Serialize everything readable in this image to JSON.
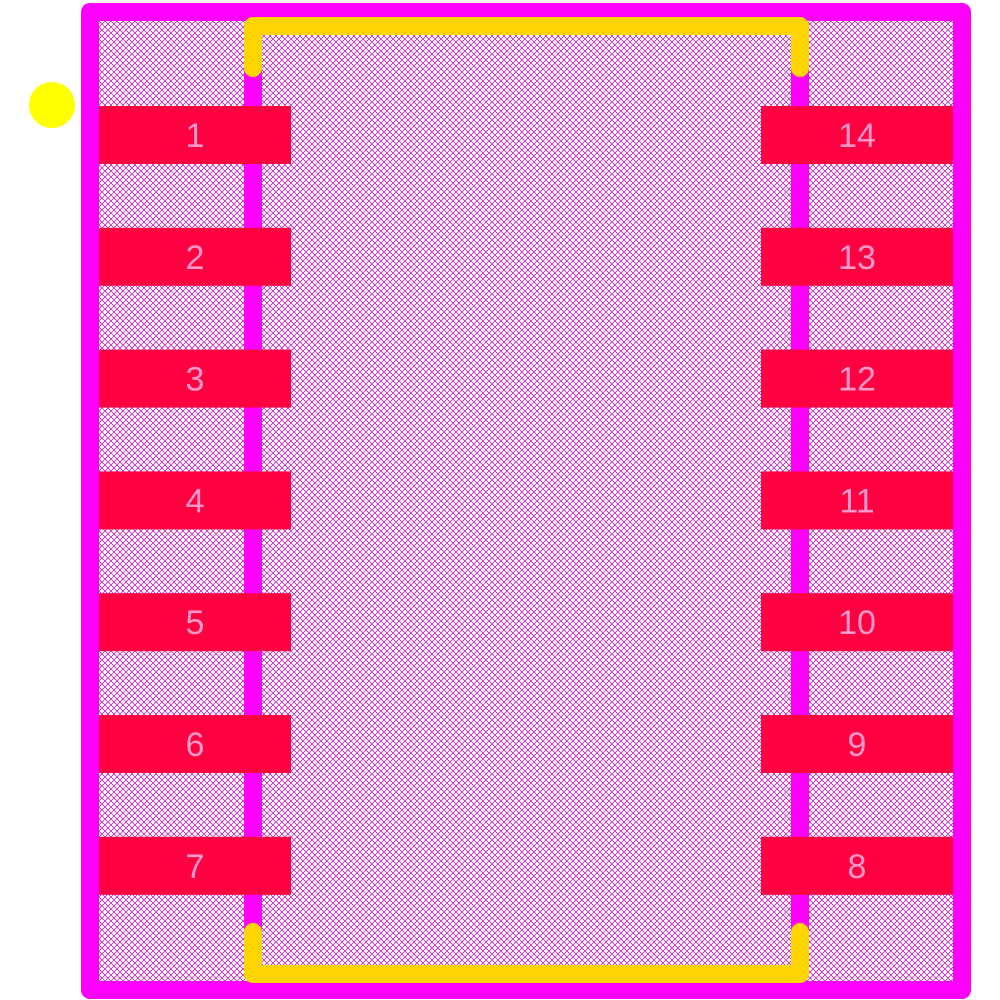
{
  "footprint": {
    "pins_left": [
      "1",
      "2",
      "3",
      "4",
      "5",
      "6",
      "7"
    ],
    "pins_right": [
      "14",
      "13",
      "12",
      "11",
      "10",
      "9",
      "8"
    ]
  },
  "colors": {
    "courtyard": "#ff00ff",
    "pad": "#ff0040",
    "silkscreen": "#ffd400",
    "pin1_marker": "#ffff00",
    "pad_label": "#ff99cc"
  }
}
